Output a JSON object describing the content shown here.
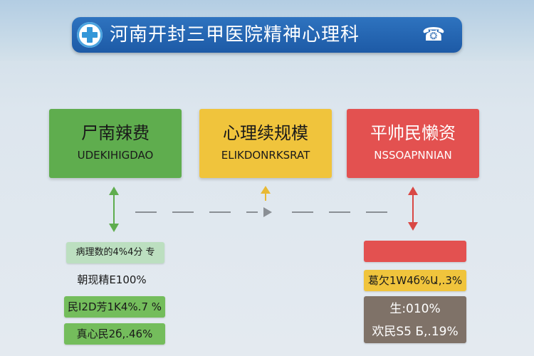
{
  "header": {
    "title": "河南开封三甲医院精神心理科",
    "logo_icon": "medical-cross-icon",
    "phone_icon": "phone-icon"
  },
  "boxes": [
    {
      "id": "green",
      "main": "尸南辣费",
      "sub": "UDEKIHIGDAO",
      "color": "#5fad4e"
    },
    {
      "id": "yellow",
      "main": "心理续规模",
      "sub": "ELIKDONRKSRAT",
      "color": "#f0c43c"
    },
    {
      "id": "red",
      "main": "平帅民懒资",
      "sub": "NSSOAPNNIAN",
      "color": "#e35150"
    }
  ],
  "left_tags": [
    {
      "text": "病理数的4%4分 专",
      "color": "#bcdfc0"
    },
    {
      "text": "朝现精E100%",
      "color": ""
    },
    {
      "text": "民I2D芳1K4%.7 %",
      "color": "#74bd5c"
    },
    {
      "text": "真心民2б,.46%",
      "color": "#74bd5c"
    }
  ],
  "right_tags": [
    {
      "text": "",
      "color": "#e35150"
    },
    {
      "text": "葛欠1Ԝ4б%Ա,.3%",
      "color": "#f0c43c"
    },
    {
      "text_a": "生:010%",
      "text_b": "欢民S5 Б,.19%",
      "color": "#7f7268"
    }
  ],
  "colors": {
    "title_bar": "#1d5aa6",
    "connector_green": "#5fad4e",
    "connector_yellow": "#e8b935",
    "connector_red": "#d94845",
    "dashed": "#8a8f95"
  }
}
